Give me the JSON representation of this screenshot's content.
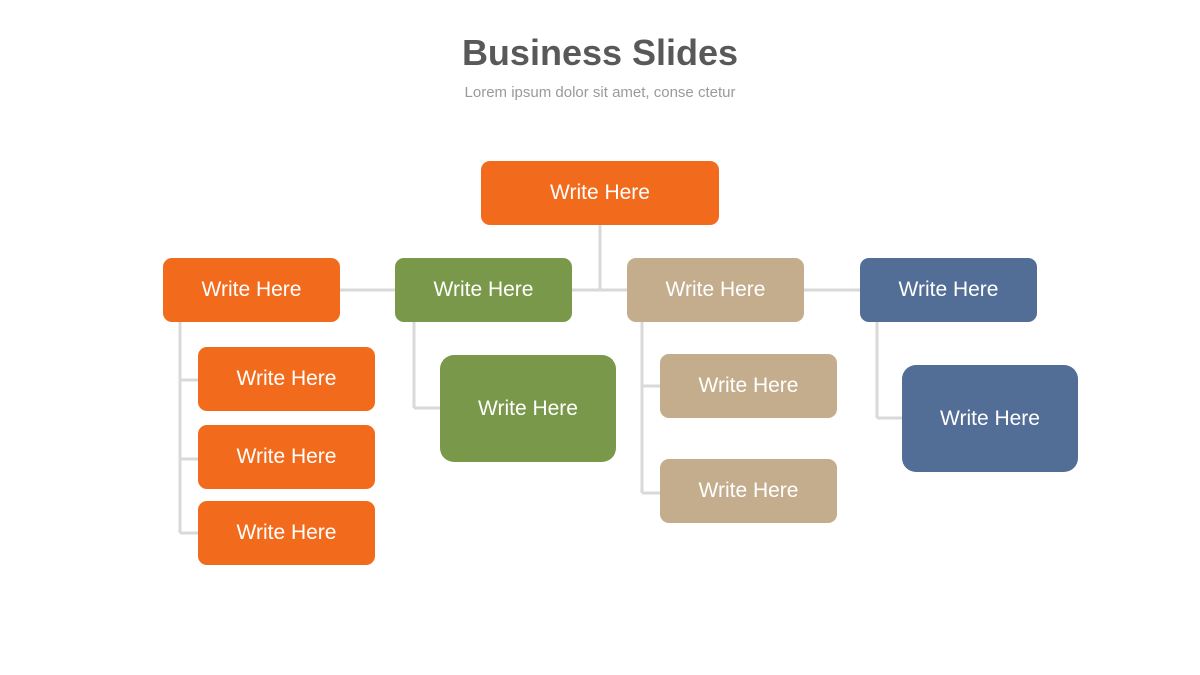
{
  "title": "Business Slides",
  "subtitle": "Lorem ipsum dolor sit amet, conse ctetur",
  "colors": {
    "orange": "#f26b1d",
    "green": "#7a984a",
    "tan": "#c4ad8c",
    "blue": "#526e96",
    "connector": "#d9d9d9"
  },
  "nodes": {
    "root": "Write Here",
    "branch_1": "Write Here",
    "branch_2": "Write Here",
    "branch_3": "Write Here",
    "branch_4": "Write Here",
    "branch_1_child_1": "Write Here",
    "branch_1_child_2": "Write Here",
    "branch_1_child_3": "Write Here",
    "branch_2_child_1": "Write Here",
    "branch_3_child_1": "Write Here",
    "branch_3_child_2": "Write Here",
    "branch_4_child_1": "Write Here"
  }
}
